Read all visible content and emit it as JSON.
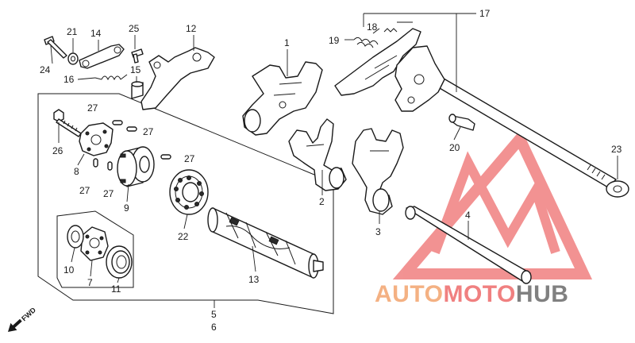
{
  "labels": {
    "l1": "1",
    "l2": "2",
    "l3": "3",
    "l4": "4",
    "l5": "5",
    "l6": "6",
    "l7": "7",
    "l8": "8",
    "l9": "9",
    "l10": "10",
    "l11": "11",
    "l12": "12",
    "l13": "13",
    "l14": "14",
    "l15": "15",
    "l16": "16",
    "l17": "17",
    "l18": "18",
    "l19": "19",
    "l20": "20",
    "l21": "21",
    "l22": "22",
    "l23": "23",
    "l24": "24",
    "l25": "25",
    "l26": "26",
    "l27a": "27",
    "l27b": "27",
    "l27c": "27",
    "l27d": "27",
    "l27e": "27"
  },
  "fwd_label": "FWD",
  "watermark": {
    "part1": "AUTO",
    "part2": "MOTO",
    "part3": "HUB",
    "color_orange": "#f4b183",
    "color_red": "#f08080",
    "color_gray": "#808080"
  }
}
